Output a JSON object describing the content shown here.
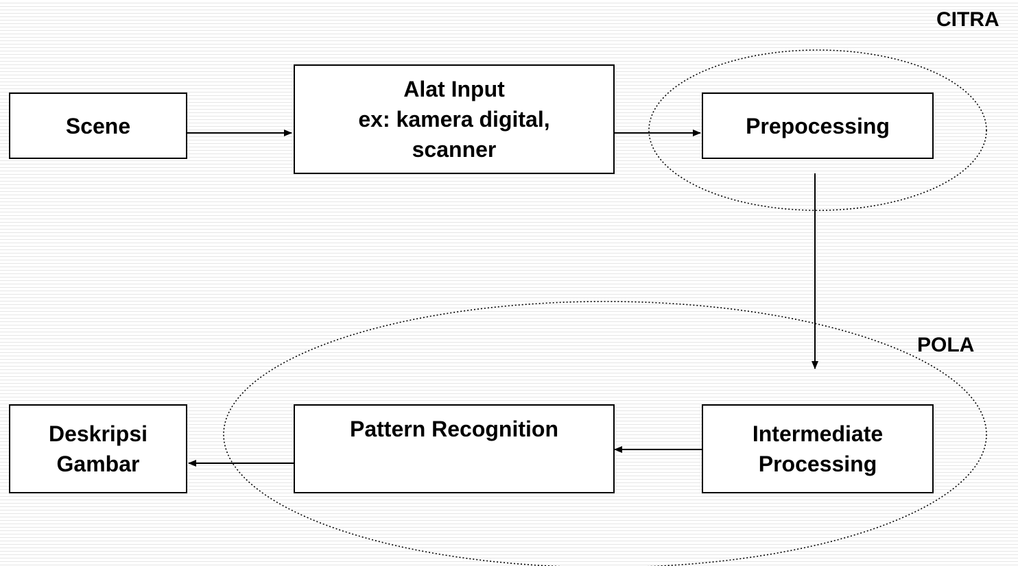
{
  "nodes": {
    "scene": {
      "lines": [
        "Scene"
      ]
    },
    "input": {
      "lines": [
        "Alat Input",
        "ex: kamera digital,",
        "scanner"
      ]
    },
    "preprocessing": {
      "lines": [
        "Prepocessing"
      ]
    },
    "intermediate": {
      "lines": [
        "Intermediate",
        "Processing"
      ]
    },
    "pattern": {
      "lines": [
        "Pattern Recognition"
      ]
    },
    "description": {
      "lines": [
        "Deskripsi",
        "Gambar"
      ]
    }
  },
  "groups": {
    "citra": {
      "label": "CITRA"
    },
    "pola": {
      "label": "POLA"
    }
  },
  "colors": {
    "line": "#000000",
    "box_fill": "#ffffff"
  }
}
